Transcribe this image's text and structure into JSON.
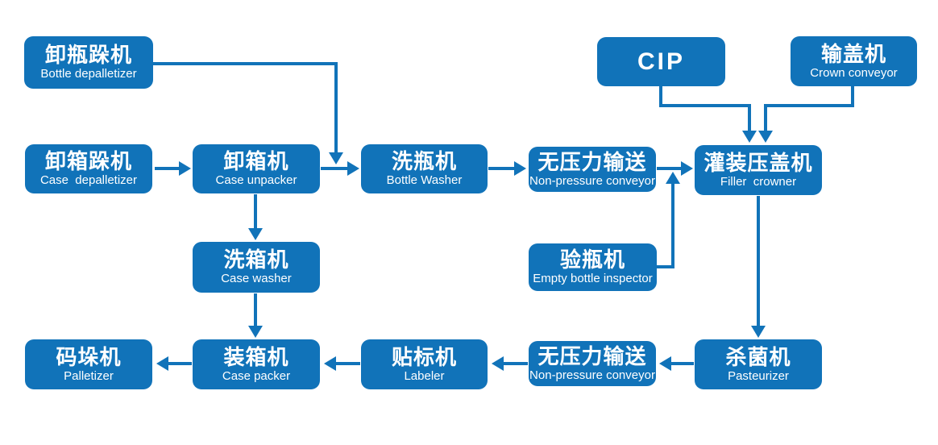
{
  "colors": {
    "primary": "#1173b9",
    "background": "#ffffff",
    "text": "#ffffff"
  },
  "nodes": [
    {
      "id": "bottle-depalletizer",
      "title": "卸瓶跺机",
      "subtitle": "Bottle depalletizer"
    },
    {
      "id": "cip",
      "title": "CIP",
      "subtitle": ""
    },
    {
      "id": "crown-conveyor",
      "title": "输盖机",
      "subtitle": "Crown conveyor"
    },
    {
      "id": "case-depalletizer",
      "title": "卸箱跺机",
      "subtitle": "Case  depalletizer"
    },
    {
      "id": "case-unpacker",
      "title": "卸箱机",
      "subtitle": "Case unpacker"
    },
    {
      "id": "bottle-washer",
      "title": "洗瓶机",
      "subtitle": "Bottle Washer"
    },
    {
      "id": "non-pressure-conveyor-1",
      "title": "无压力输送",
      "subtitle": "Non-pressure conveyor"
    },
    {
      "id": "filler-crowner",
      "title": "灌装压盖机",
      "subtitle": "Filler  crowner"
    },
    {
      "id": "case-washer",
      "title": "洗箱机",
      "subtitle": "Case washer"
    },
    {
      "id": "empty-bottle-inspector",
      "title": "验瓶机",
      "subtitle": "Empty bottle inspector"
    },
    {
      "id": "palletizer",
      "title": "码垛机",
      "subtitle": "Palletizer"
    },
    {
      "id": "case-packer",
      "title": "装箱机",
      "subtitle": "Case packer"
    },
    {
      "id": "labeler",
      "title": "贴标机",
      "subtitle": "Labeler"
    },
    {
      "id": "non-pressure-conveyor-2",
      "title": "无压力输送",
      "subtitle": "Non-pressure conveyor"
    },
    {
      "id": "pasteurizer",
      "title": "杀菌机",
      "subtitle": "Pasteurizer"
    }
  ],
  "edges": [
    {
      "from": "bottle-depalletizer",
      "to": "bottle-washer"
    },
    {
      "from": "case-depalletizer",
      "to": "case-unpacker"
    },
    {
      "from": "case-unpacker",
      "to": "bottle-washer"
    },
    {
      "from": "bottle-washer",
      "to": "non-pressure-conveyor-1"
    },
    {
      "from": "non-pressure-conveyor-1",
      "to": "filler-crowner"
    },
    {
      "from": "empty-bottle-inspector",
      "to": "filler-crowner"
    },
    {
      "from": "cip",
      "to": "filler-crowner"
    },
    {
      "from": "crown-conveyor",
      "to": "filler-crowner"
    },
    {
      "from": "case-unpacker",
      "to": "case-washer"
    },
    {
      "from": "case-washer",
      "to": "case-packer"
    },
    {
      "from": "filler-crowner",
      "to": "pasteurizer"
    },
    {
      "from": "pasteurizer",
      "to": "non-pressure-conveyor-2"
    },
    {
      "from": "non-pressure-conveyor-2",
      "to": "labeler"
    },
    {
      "from": "labeler",
      "to": "case-packer"
    },
    {
      "from": "case-packer",
      "to": "palletizer"
    }
  ]
}
